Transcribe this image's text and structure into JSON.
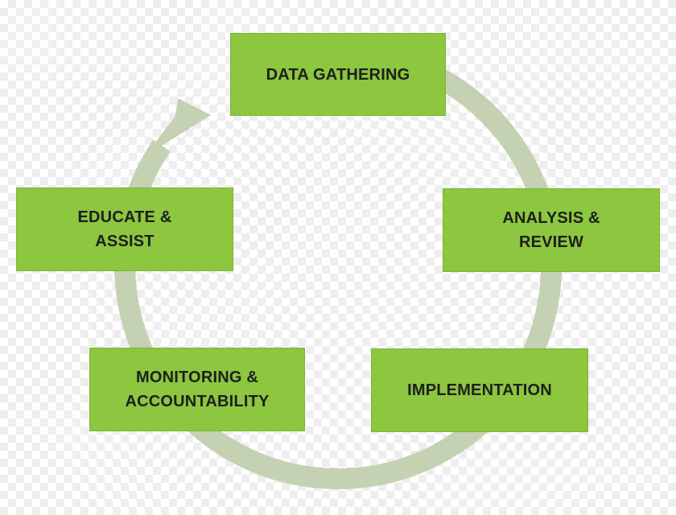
{
  "colors": {
    "box_fill": "#8dc63f",
    "ring": "#c5d1b3",
    "text": "#1e1e1e"
  },
  "steps": [
    {
      "id": "data-gathering",
      "label": "DATA GATHERING"
    },
    {
      "id": "analysis-review",
      "label": "ANALYSIS &\nREVIEW"
    },
    {
      "id": "implementation",
      "label": "IMPLEMENTATION"
    },
    {
      "id": "monitoring-accountability",
      "label": "MONITORING &\nACCOUNTABILITY"
    },
    {
      "id": "educate-assist",
      "label": "EDUCATE &\nASSIST"
    }
  ],
  "cycle_arrow_icon": "curved-arrow-icon"
}
